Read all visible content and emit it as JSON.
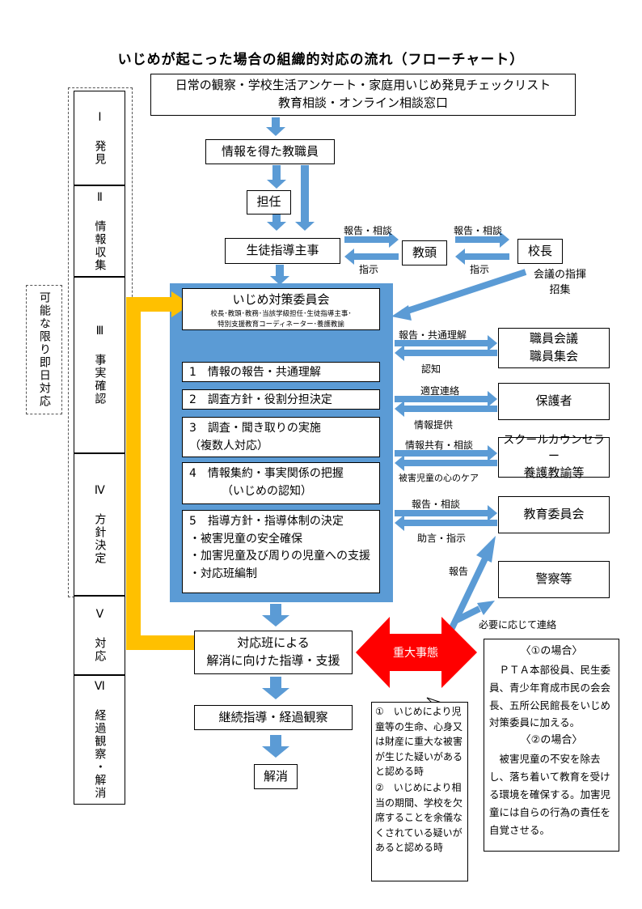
{
  "title": "いじめが起こった場合の組織的対応の流れ（フローチャート）",
  "side_label": "可能な限り即日対応",
  "phases": [
    {
      "label": "Ⅰ 発見"
    },
    {
      "label": "Ⅱ 情報収集"
    },
    {
      "label": "Ⅲ 事実確認"
    },
    {
      "label": "Ⅳ 方針決定"
    },
    {
      "label": "Ⅴ 対応"
    },
    {
      "label": "Ⅵ 経過観察・解消"
    }
  ],
  "top_box": {
    "line1": "日常の観察・学校生活アンケート・家庭用いじめ発見チェックリスト",
    "line2": "教育相談・オンライン相談窓口"
  },
  "staff_box": "情報を得た教職員",
  "homeroom_box": "担任",
  "guidance_box": "生徒指導主事",
  "vice_principal_box": "教頭",
  "principal_box": "校長",
  "report_consult_1": "報告・相談",
  "instruct_1": "指示",
  "report_consult_2": "報告・相談",
  "instruct_2": "指示",
  "principal_note": {
    "line1": "会議の指揮",
    "line2": "招集"
  },
  "committee": {
    "title": "いじめ対策委員会",
    "members1": "校長･教頭･教務･当該学級担任･生徒指導主事･",
    "members2": "特別支援教育コーディネーター･養護教諭",
    "steps": [
      {
        "line1": "1　情報の報告・共通理解"
      },
      {
        "line1": "2　調査方針・役割分担決定"
      },
      {
        "line1": "3　調査・聞き取りの実施",
        "line2": "（複数人対応）"
      },
      {
        "line1": "4　情報集約・事実関係の把握",
        "line2": "（いじめの認知）"
      },
      {
        "line1": "5　指導方針・指導体制の決定",
        "line2": "・被害児童の安全確保",
        "line3": "・加害児童及び周りの児童への支援",
        "line4": "・対応班編制"
      }
    ]
  },
  "external": [
    {
      "box1": "職員会議",
      "box2": "職員集会",
      "out": "報告・共通理解",
      "in": "認知"
    },
    {
      "box1": "保護者",
      "out": "適宜連絡",
      "in": "情報提供"
    },
    {
      "box1": "スクールカウンセラー",
      "box2": "養護教諭等",
      "out": "情報共有・相談",
      "in": "被害児童の心のケア"
    },
    {
      "box1": "教育委員会",
      "out": "報告・相談",
      "in": "助言・指示"
    }
  ],
  "police_box": "警察等",
  "report_label": "報告",
  "contact_label": "必要に応じて連絡",
  "response_box": {
    "line1": "対応班による",
    "line2": "解消に向けた指導・支援"
  },
  "serious_label": "重大事態",
  "followup_box": "継続指導・経過観察",
  "resolved_box": "解消",
  "criteria_note": [
    "①　いじめにより児童等の生命、心身又は財産に重大な被害が生じた疑いがあると認める時",
    "②　いじめにより相当の期間、学校を欠席することを余儀なくされている疑いがあると認める時"
  ],
  "cases_note": [
    {
      "heading": "〈①の場合〉",
      "body": "ＰＴＡ本部役員、民生委員、青少年育成市民の会会長、五所公民館長をいじめ対策委員に加える。"
    },
    {
      "heading": "〈②の場合〉",
      "body": "被害児童の不安を除去し、落ち着いて教育を受ける環境を確保する。加害児童には自らの行為の責任を自覚させる。"
    }
  ],
  "colors": {
    "arrow_blue": "#5b9bd5",
    "committee_fill": "#5b9bd5",
    "feedback_yellow": "#ffc000",
    "serious_red": "#ff0000"
  }
}
